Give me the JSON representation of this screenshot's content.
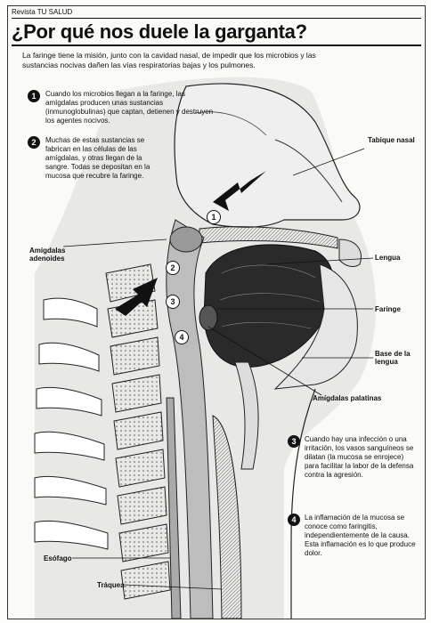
{
  "header": {
    "source": "Revista TU SALUD",
    "title": "¿Por qué nos duele la garganta?",
    "intro": "La faringe tiene la misión, junto con la cavidad nasal, de impedir que los microbios y las sustancias nocivas dañen las vías respiratorias bajas y los pulmones."
  },
  "steps": [
    {
      "number": "1",
      "text": "Cuando los microbios llegan a la faringe, las amígdalas producen unas sustancias (inmunoglobulinas) que captan, detienen y destruyen los agentes nocivos."
    },
    {
      "number": "2",
      "text": "Muchas de estas sustancias se fabrican en las células de las amígdalas, y otras llegan de la sangre. Todas se depositan en la mucosa que recubre la faringe."
    },
    {
      "number": "3",
      "text": "Cuando hay una infección o una irritación, los vasos sanguíneos se dilatan (la mucosa se enrojece) para facilitar la labor de la defensa contra la agresión."
    },
    {
      "number": "4",
      "text": "La inflamación de la mucosa se conoce como faringitis, independientemente de la causa. Esta inflamación es lo que produce dolor."
    }
  ],
  "diagram_markers": [
    "1",
    "2",
    "3",
    "4"
  ],
  "labels": {
    "tabique_nasal": "Tabique nasal",
    "amigdalas_adenoides": "Amígdalas adenoides",
    "lengua": "Lengua",
    "faringe": "Faringe",
    "base_lengua": "Base de la lengua",
    "amigdalas_palatinas": "Amígdalas palatinas",
    "esofago": "Esófago",
    "traquea": "Tráquea"
  }
}
